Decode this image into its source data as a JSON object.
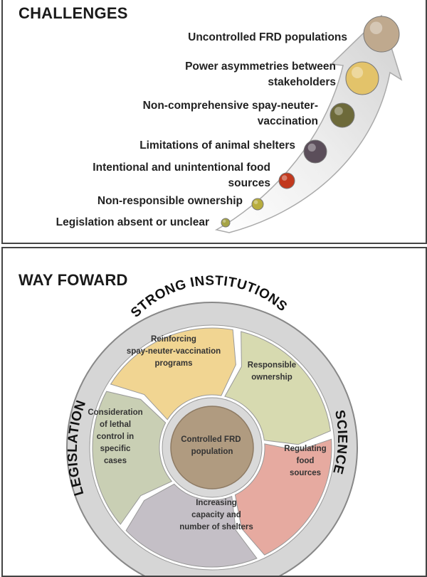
{
  "challenges": {
    "heading": "CHALLENGES",
    "items": [
      {
        "lines": [
          "Uncontrolled FRD populations"
        ],
        "color": "#bfa98e"
      },
      {
        "lines": [
          "Power asymmetries between",
          "stakeholders"
        ],
        "color": "#e3c36a"
      },
      {
        "lines": [
          "Non-comprehensive spay-neuter-",
          "vaccination"
        ],
        "color": "#6d6a3a"
      },
      {
        "lines": [
          "Limitations of animal shelters"
        ],
        "color": "#5b4e5a"
      },
      {
        "lines": [
          "Intentional and unintentional food",
          "sources"
        ],
        "color": "#c2391e"
      },
      {
        "lines": [
          "Non-responsible ownership"
        ],
        "color": "#b8ad3e"
      },
      {
        "lines": [
          "Legislation absent or unclear"
        ],
        "color": "#a6a446"
      }
    ]
  },
  "way_forward": {
    "heading": "WAY FOWARD",
    "center": {
      "lines": [
        "Controlled FRD",
        "population"
      ],
      "color": "#b09b80"
    },
    "ring_labels": {
      "top": "STRONG INSTITUTIONS",
      "left": "LEGISLATION",
      "right": "SCIENCE",
      "bottom": ""
    },
    "segments": [
      {
        "lines": [
          "Reinforcing",
          "spay-neuter-vaccination",
          "programs"
        ],
        "color": "#f1d592"
      },
      {
        "lines": [
          "Responsible",
          "ownership"
        ],
        "color": "#d7dab0"
      },
      {
        "lines": [
          "Regulating",
          "food",
          "sources"
        ],
        "color": "#e6aaa0"
      },
      {
        "lines": [
          "Increasing",
          "capacity and",
          "number of shelters"
        ],
        "color": "#c4bfc6"
      },
      {
        "lines": [
          "Consideration",
          "of lethal",
          "control in",
          "specific",
          "cases"
        ],
        "color": "#c9cfb4"
      }
    ],
    "colors": {
      "outer_ring": "#d6d6d6",
      "ring_edge": "#888888"
    }
  }
}
